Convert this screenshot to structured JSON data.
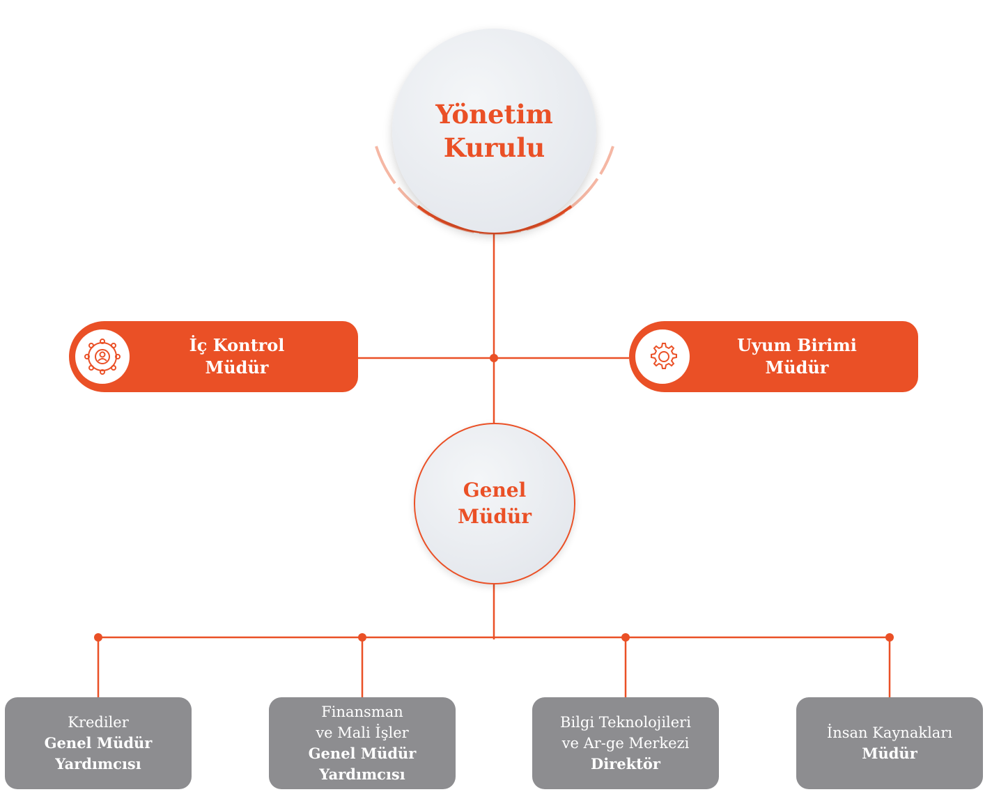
{
  "top": {
    "line1": "Yönetim",
    "line2": "Kurulu"
  },
  "middle": {
    "line1": "Genel",
    "line2": "Müdür"
  },
  "side_left": {
    "line1": "İç Kontrol",
    "line2": "Müdür",
    "icon": "people-network-icon"
  },
  "side_right": {
    "line1": "Uyum Birimi",
    "line2": "Müdür",
    "icon": "gear-icon"
  },
  "units": [
    {
      "normal": [
        "Krediler"
      ],
      "bold": [
        "Genel Müdür",
        "Yardımcısı"
      ]
    },
    {
      "normal": [
        "Finansman",
        "ve Mali İşler"
      ],
      "bold": [
        "Genel Müdür",
        "Yardımcısı"
      ]
    },
    {
      "normal": [
        "Bilgi Teknolojileri",
        "ve Ar-ge Merkezi"
      ],
      "bold": [
        "Direktör"
      ]
    },
    {
      "normal": [
        "İnsan Kaynakları"
      ],
      "bold": [
        "Müdür"
      ]
    }
  ],
  "colors": {
    "accent": "#ea5026",
    "unit_box": "#8d8d90",
    "circle": "#e6e9ee"
  }
}
